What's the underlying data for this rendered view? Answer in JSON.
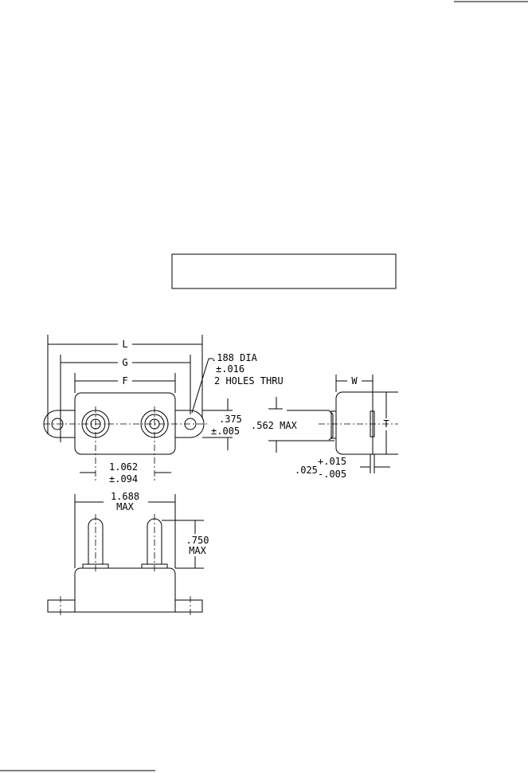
{
  "top_view": {
    "dim_L": "L",
    "dim_G": "G",
    "dim_F": "F",
    "hole_note": [
      ".188 DIA",
      "±.016",
      "2 HOLES THRU"
    ],
    "ear_spacing": [
      "1.062",
      "±.094"
    ],
    "ear_width": [
      ".375",
      "±.005"
    ]
  },
  "side_view": {
    "lead_height": ".562 MAX",
    "dim_W": "W",
    "dim_T": "T",
    "tab": {
      "nominal": ".025",
      "plus": "+.015",
      "minus": "-.005"
    }
  },
  "front_view": {
    "width": [
      "1.688",
      "MAX"
    ],
    "pin_height": [
      ".750",
      "MAX"
    ]
  }
}
